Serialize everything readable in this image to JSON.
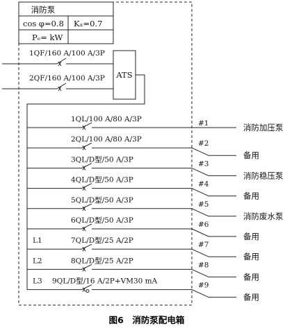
{
  "table": {
    "title": "消防泵",
    "cos": "cos φ=0.8",
    "kx": "Kₓ=0.7",
    "pe": "Pₑ= kW"
  },
  "incomers": [
    {
      "label": "1QF/160 A/100 A/3P"
    },
    {
      "label": "2QF/160 A/100 A/3P"
    }
  ],
  "ats_label": "ATS",
  "circuits": [
    {
      "breaker": "1QL/100 A/80 A/3P",
      "no": "#1",
      "load": "消防加压泵",
      "phase": ""
    },
    {
      "breaker": "2QL/100 A/80 A/3P",
      "no": "#2",
      "load": "备用",
      "phase": ""
    },
    {
      "breaker": "3QL/D型/50 A/3P",
      "no": "#3",
      "load": "消防稳压泵",
      "phase": ""
    },
    {
      "breaker": "4QL/D型/50 A/3P",
      "no": "#4",
      "load": "备用",
      "phase": ""
    },
    {
      "breaker": "5QL/D型/50 A/3P",
      "no": "#5",
      "load": "消防废水泵",
      "phase": ""
    },
    {
      "breaker": "6QL/D型/50 A/3P",
      "no": "#6",
      "load": "备用",
      "phase": ""
    },
    {
      "breaker": "7QL/D型/25 A/2P",
      "no": "#7",
      "load": "备用",
      "phase": "L1"
    },
    {
      "breaker": "8QL/D型/25 A/2P",
      "no": "#8",
      "load": "备用",
      "phase": "L2"
    },
    {
      "breaker": "9QL/D型/16 A/2P+VM30 mA",
      "no": "#9",
      "load": "备用",
      "phase": "L3"
    }
  ],
  "caption": "图6　消防泵配电箱"
}
